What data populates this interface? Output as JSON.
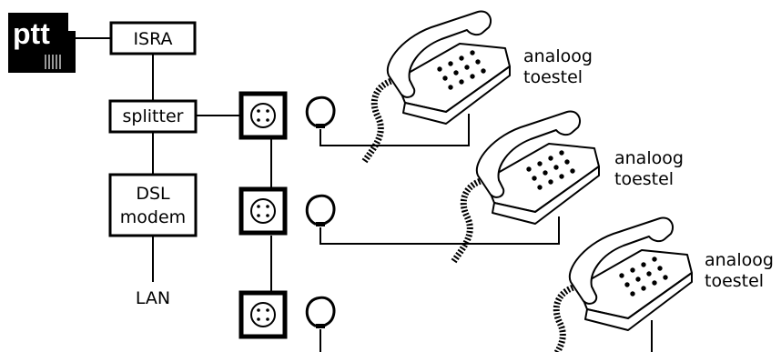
{
  "logo": {
    "text": "ptt"
  },
  "nodes": {
    "isra": "ISRA",
    "splitter": "splitter",
    "dsl_line1": "DSL",
    "dsl_line2": "modem",
    "lan": "LAN"
  },
  "phones": [
    {
      "line1": "analoog",
      "line2": "toestel"
    },
    {
      "line1": "analoog",
      "line2": "toestel"
    },
    {
      "line1": "analoog",
      "line2": "toestel"
    }
  ],
  "icons": {
    "wall_socket": "wall-socket-icon",
    "plug": "plug-icon",
    "telephone": "telephone-icon"
  }
}
